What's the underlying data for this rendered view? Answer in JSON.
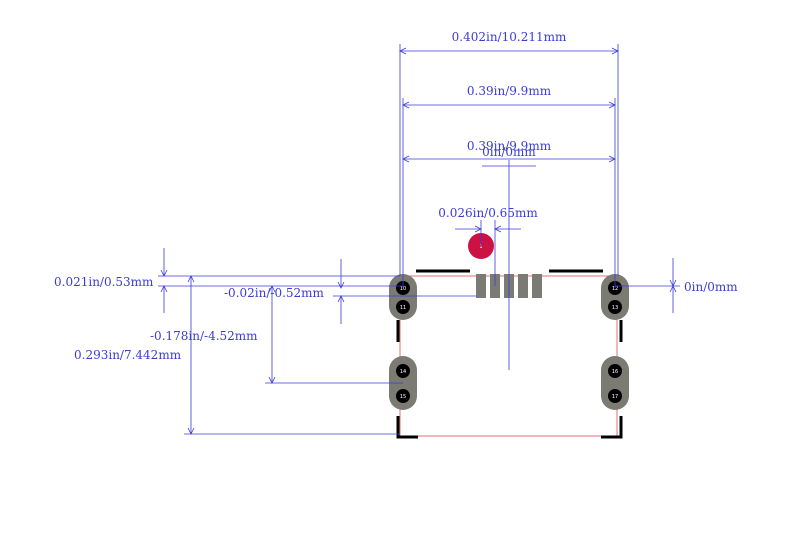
{
  "colors": {
    "dimension": "#3b3bd6",
    "pad": "#7b7b73",
    "drill": "#000000",
    "outline": "#000000",
    "courtyard": "#e07070",
    "pin1_marker": "#cc1144",
    "background": "#ffffff"
  },
  "dimensions": {
    "overall_width": "0.402in/10.211mm",
    "width_1": "0.39in/9.9mm",
    "width_2": "0.39in/9.9mm",
    "center_offset": "0in/0mm",
    "pin_pitch": "0.026in/0.65mm",
    "pad_height": "0.021in/0.53mm",
    "pad_offset": "-0.02in/-0.52mm",
    "mount_offset": "-0.178in/-4.52mm",
    "total_height": "0.293in/7.442mm",
    "right_offset": "0in/0mm"
  },
  "pads": {
    "top_left_a": "10",
    "top_left_b": "11",
    "top_right_a": "12",
    "top_right_b": "13",
    "bottom_left_a": "14",
    "bottom_left_b": "15",
    "bottom_right_a": "16",
    "bottom_right_b": "17"
  },
  "pin1_label": "1"
}
